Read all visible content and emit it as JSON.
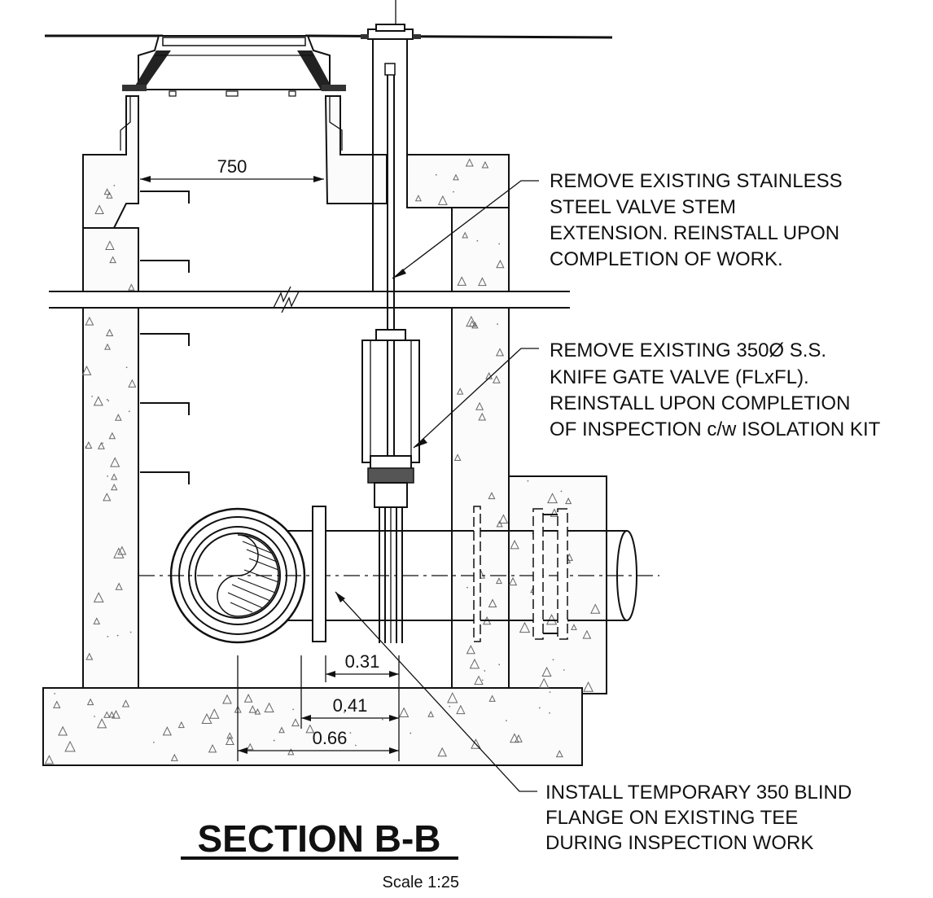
{
  "drawing": {
    "dimensions": {
      "opening_width": "750",
      "d1": "0.31",
      "d2": "0.41",
      "d3": "0.66"
    },
    "notes": {
      "stem_note": [
        "REMOVE EXISTING STAINLESS",
        "STEEL VALVE STEM",
        "EXTENSION. REINSTALL UPON",
        "COMPLETION OF WORK."
      ],
      "valve_note": [
        "REMOVE EXISTING 350Ø S.S.",
        "KNIFE GATE VALVE (FLxFL).",
        "REINSTALL UPON COMPLETION",
        "OF INSPECTION c/w ISOLATION KIT"
      ],
      "flange_note": [
        "INSTALL TEMPORARY 350 BLIND",
        "FLANGE ON EXISTING TEE",
        "DURING INSPECTION WORK"
      ]
    },
    "title": "SECTION B-B",
    "scale": "Scale 1:25"
  }
}
